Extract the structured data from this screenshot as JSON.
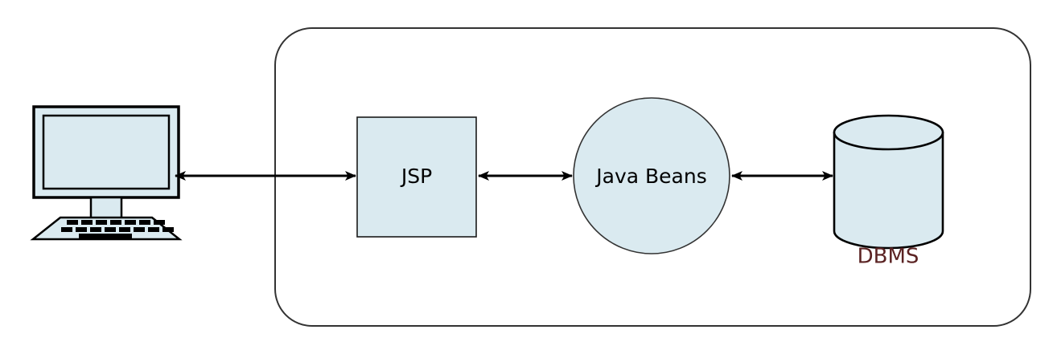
{
  "diagram": {
    "title": "JSP Java Beans DBMS architecture",
    "background_color": "#ffffff",
    "shape_fill": "#daeaf0",
    "stroke_color": "#1a1a1a",
    "boundary": {
      "name": "server-boundary",
      "shape": "rounded-rectangle",
      "stroke": "#333333",
      "fill": "none",
      "label": ""
    },
    "nodes": [
      {
        "id": "client-computer",
        "label": "",
        "shape": "computer",
        "fill": "#daeaf0",
        "stroke": "#000000"
      },
      {
        "id": "jsp",
        "label": "JSP",
        "shape": "rectangle",
        "fill": "#daeaf0",
        "stroke": "#1a1a1a",
        "text_color": "#000000"
      },
      {
        "id": "java-beans",
        "label": "Java Beans",
        "shape": "circle",
        "fill": "#daeaf0",
        "stroke": "#333333",
        "text_color": "#000000"
      },
      {
        "id": "dbms",
        "label": "DBMS",
        "shape": "cylinder",
        "fill": "#daeaf0",
        "stroke": "#000000",
        "text_color": "#5b2323"
      }
    ],
    "connectors": [
      {
        "id": "computer-to-jsp",
        "from": "client-computer",
        "to": "jsp",
        "style": "double-headed-arrow",
        "label": ""
      },
      {
        "id": "jsp-to-java-beans",
        "from": "jsp",
        "to": "java-beans",
        "style": "double-headed-arrow",
        "label": ""
      },
      {
        "id": "java-beans-to-dbms",
        "from": "java-beans",
        "to": "dbms",
        "style": "double-headed-arrow",
        "label": ""
      }
    ]
  }
}
